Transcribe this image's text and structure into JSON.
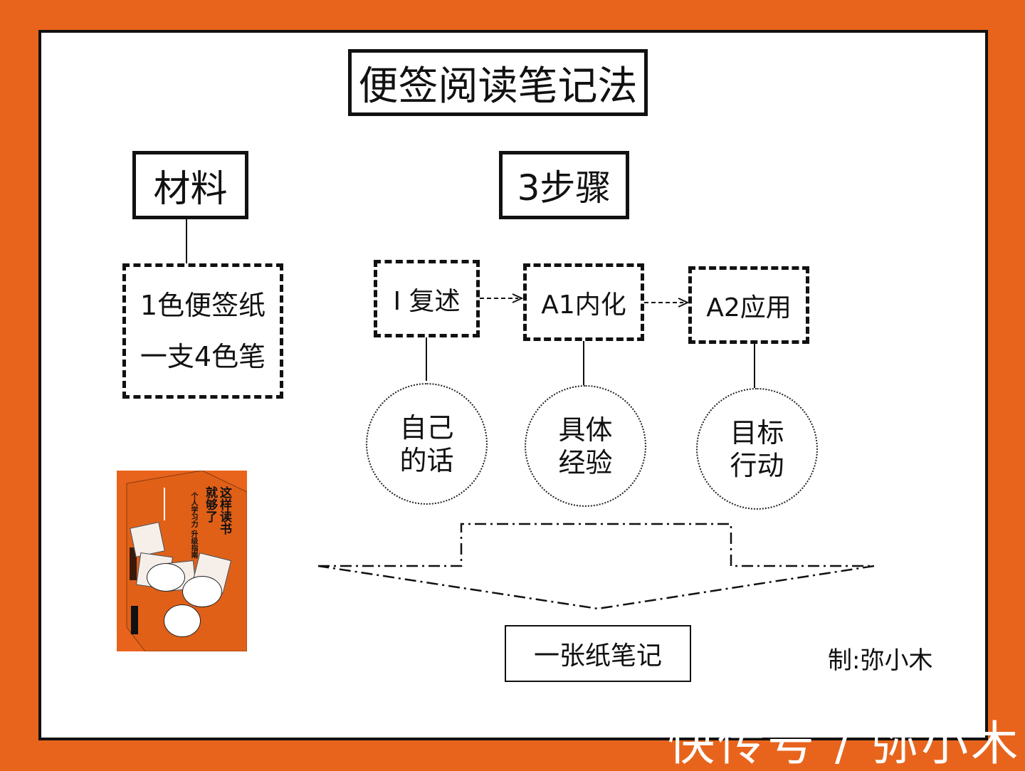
{
  "title": "便签阅读笔记法",
  "materials": {
    "heading": "材料",
    "items": [
      "1色便签纸",
      "一支4色笔"
    ]
  },
  "steps": {
    "heading": "3步骤",
    "list": [
      {
        "label": "I 复述",
        "detail": [
          "自己",
          "的话"
        ]
      },
      {
        "label": "A1内化",
        "detail": [
          "具体",
          "经验"
        ]
      },
      {
        "label": "A2应用",
        "detail": [
          "目标",
          "行动"
        ]
      }
    ]
  },
  "result": "一张纸笔记",
  "credit": "制:弥小木",
  "book": {
    "title_lines": [
      "这样读书",
      "就够了"
    ],
    "subtitle": "个人学习力 升级指南"
  },
  "watermark": "快传号 / 弥小木",
  "colors": {
    "background": "#e8641c",
    "panel": "#ffffff",
    "ink": "#111111"
  }
}
